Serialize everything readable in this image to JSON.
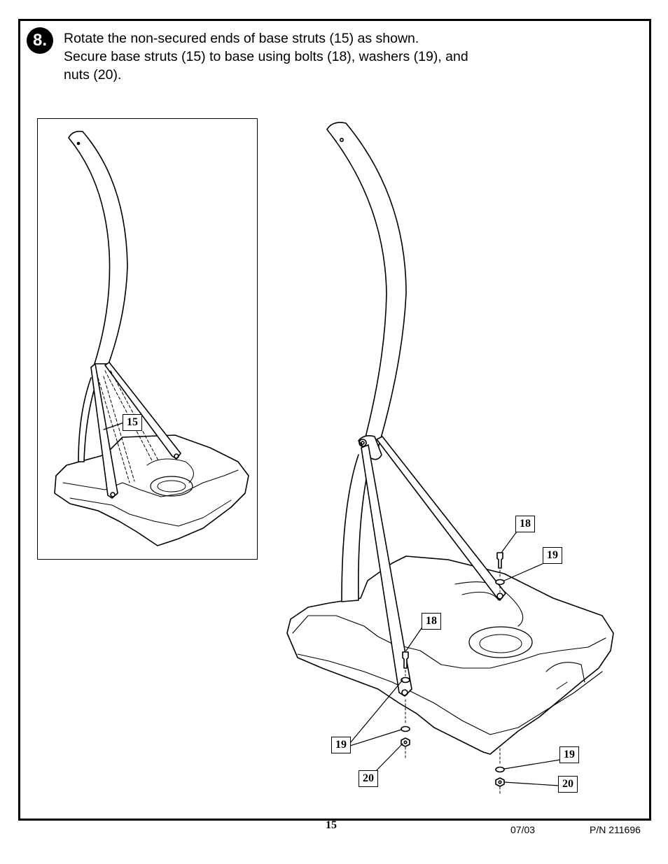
{
  "step": {
    "number": "8."
  },
  "instructions": {
    "line1": "Rotate the non-secured ends of base struts (15) as shown.",
    "line2": "Secure base struts (15) to base using bolts (18), washers (19), and",
    "line3": "nuts (20)."
  },
  "inset_callouts": {
    "strut": "15"
  },
  "main_callouts": {
    "bolt_right": "18",
    "washer_right": "19",
    "bolt_left": "18",
    "washer_left": "19",
    "nut_left": "20",
    "washer_bottom_right": "19",
    "nut_bottom_right": "20"
  },
  "footer": {
    "page_number": "15",
    "date": "07/03",
    "part_number": "P/N 211696"
  }
}
